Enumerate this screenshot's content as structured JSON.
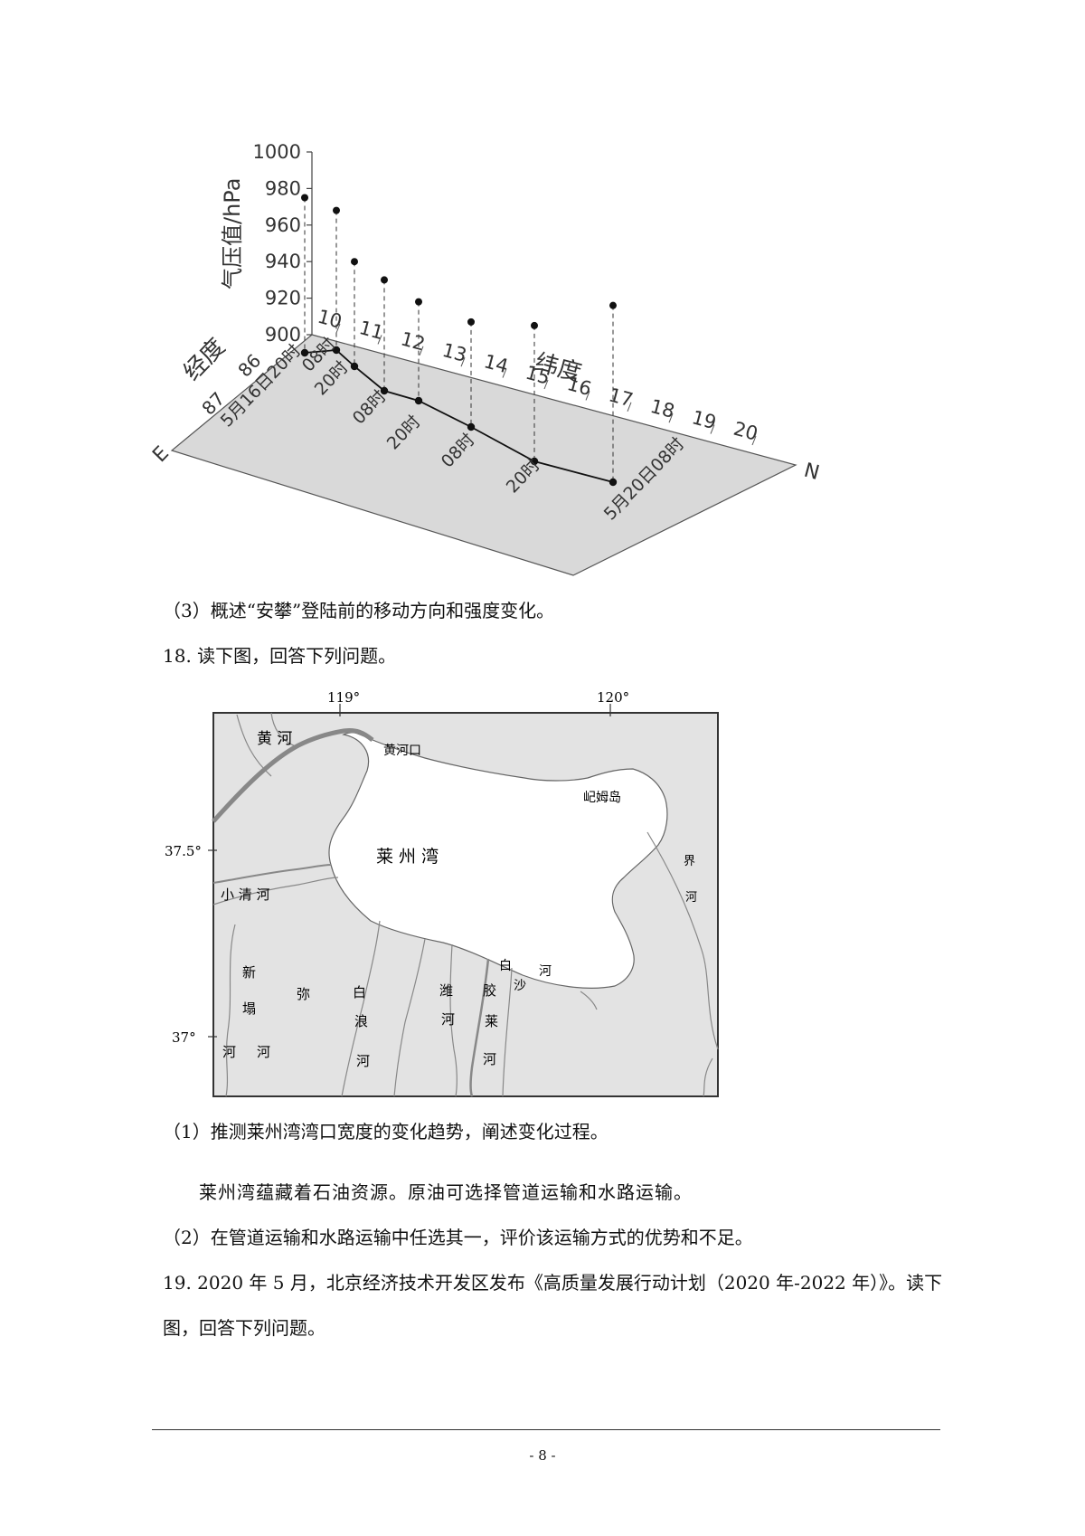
{
  "chart": {
    "ylabel": "气压值/hPa",
    "yticks": [
      "1000",
      "980",
      "960",
      "940",
      "920",
      "900"
    ],
    "lon_label": "经度",
    "lon_ticks": [
      "86",
      "87"
    ],
    "lon_dir": "E",
    "lat_label": "纬度",
    "lat_ticks": [
      "10",
      "11",
      "12",
      "13",
      "14",
      "15",
      "16",
      "17",
      "18",
      "19",
      "20"
    ],
    "lat_dir": "N",
    "track": [
      {
        "label": "5月16日20时",
        "pressure": 975
      },
      {
        "label": "08时",
        "pressure": 968
      },
      {
        "label": "20时",
        "pressure": 940
      },
      {
        "label": "08时",
        "pressure": 930
      },
      {
        "label": "20时",
        "pressure": 918
      },
      {
        "label": "08时",
        "pressure": 907
      },
      {
        "label": "20时",
        "pressure": 905
      },
      {
        "label": "5月20日08时",
        "pressure": 916
      }
    ]
  },
  "q17_3": "（3）概述“安攀”登陆前的移动方向和强度变化。",
  "q18_title": "18. 读下图，回答下列问题。",
  "map": {
    "lon_119": "119°",
    "lon_120": "120°",
    "lat_375": "37.5°",
    "lat_37": "37°",
    "huanghe": "黄  河",
    "huanghekou": "黄河口",
    "jimudao": "屺姆岛",
    "laizhouwan": "莱    州    湾",
    "xiaoqinghe": "小  清  河",
    "jiehe_1": "界",
    "jiehe_2": "河",
    "xinta_1": "新",
    "xinta_2": "塌",
    "xinta_3": "河",
    "mi_1": "弥",
    "mi_2": "河",
    "bailang_1": "白",
    "bailang_2": "浪",
    "bailang_3": "河",
    "wei_1": "潍",
    "wei_2": "河",
    "jiaolai_1": "胶",
    "jiaolai_2": "莱",
    "jiaolai_3": "河",
    "baisha_1": "白",
    "baisha_2": "沙",
    "baisha_3": "河"
  },
  "q18_1": "（1）推测莱州湾湾口宽度的变化趋势，阐述变化过程。",
  "q18_info": "莱州湾蕴藏着石油资源。原油可选择管道运输和水路运输。",
  "q18_2": "（2）在管道运输和水路运输中任选其一，评价该运输方式的优势和不足。",
  "q19_line1": "19. 2020 年 5 月，北京经济技术开发区发布《高质量发展行动计划（2020 年-2022 年）》。读下",
  "q19_line2": "图，回答下列问题。",
  "page_number": "- 8 -"
}
